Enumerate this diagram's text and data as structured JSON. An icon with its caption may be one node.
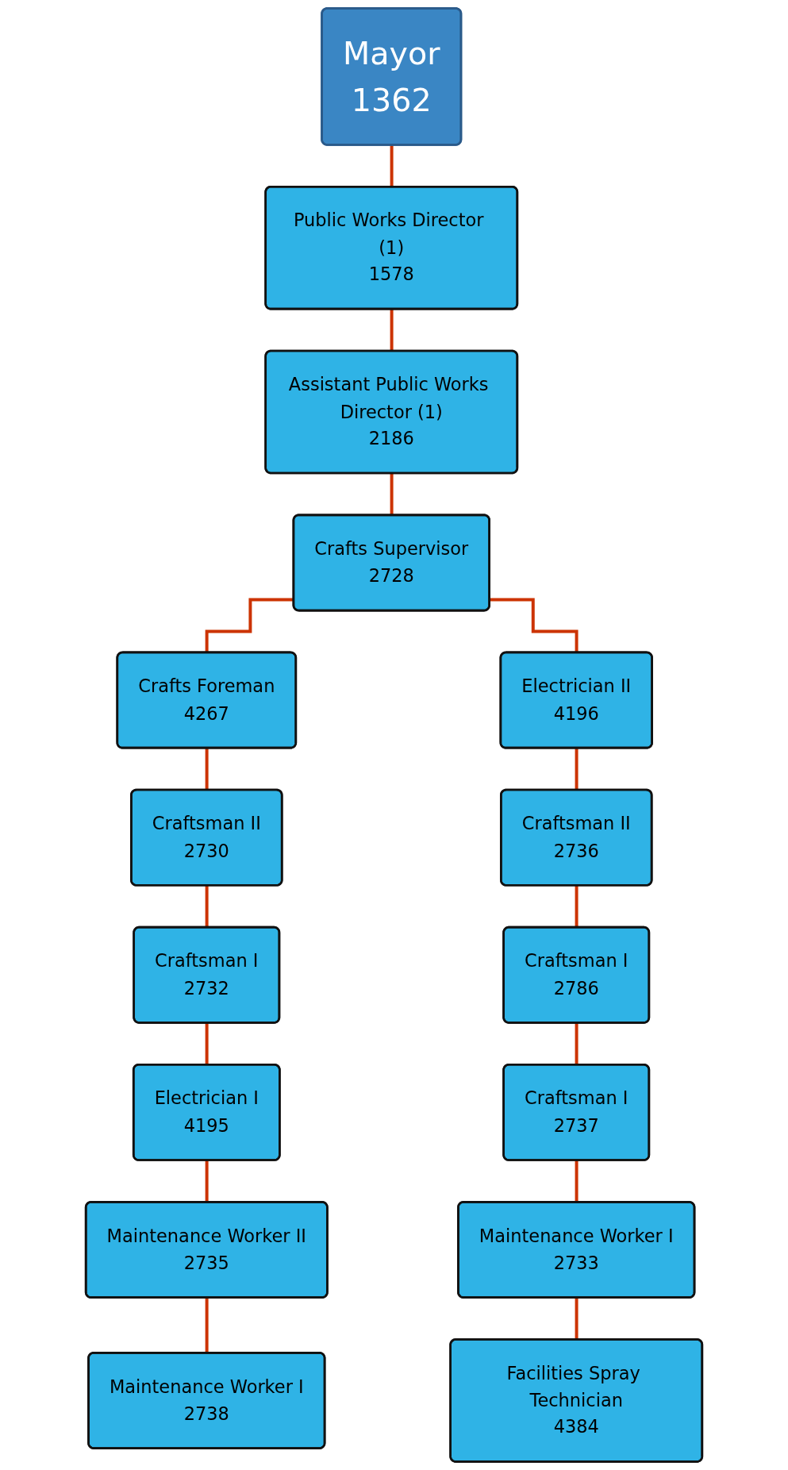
{
  "diagram": {
    "nodes": [
      {
        "text": [
          "Mayor",
          "1362"
        ]
      },
      {
        "text": [
          "Public Works Director (1)",
          "1578"
        ]
      },
      {
        "text": [
          "Assistant Public Works Director (1)",
          "2186"
        ]
      },
      {
        "text": [
          "Crafts Supervisor",
          "2728"
        ]
      },
      {
        "text": [
          "Crafts Foreman",
          "4267"
        ]
      },
      {
        "text": [
          "Craftsman II",
          "2730"
        ]
      },
      {
        "text": [
          "Craftsman I",
          "2732"
        ]
      },
      {
        "text": [
          "Electrician I",
          "4195"
        ]
      },
      {
        "text": [
          "Maintenance Worker II",
          "2735"
        ]
      },
      {
        "text": [
          "Maintenance Worker I",
          "2738"
        ]
      },
      {
        "text": [
          "Electrician II",
          "4196"
        ]
      },
      {
        "text": [
          "Craftsman II",
          "2736"
        ]
      },
      {
        "text": [
          "Craftsman I",
          "2786"
        ]
      },
      {
        "text": [
          "Craftsman I",
          "2737"
        ]
      },
      {
        "text": [
          "Maintenance Worker I",
          "2733"
        ]
      },
      {
        "text": [
          "Facilities Spray Technician",
          "4384"
        ]
      }
    ],
    "edges": [
      {
        "from": 0,
        "to": 1,
        "arrow": "none"
      },
      {
        "from": 1,
        "to": 2,
        "arrow": "none"
      },
      {
        "from": 2,
        "to": 3,
        "arrow": "none"
      },
      {
        "from": 3,
        "to": 4,
        "arrow": "none"
      },
      {
        "from": 3,
        "to": 10,
        "arrow": "none"
      },
      {
        "from": 4,
        "to": 5,
        "arrow": "none"
      },
      {
        "from": 5,
        "to": 6,
        "arrow": "none"
      },
      {
        "from": 6,
        "to": 7,
        "arrow": "none"
      },
      {
        "from": 7,
        "to": 8,
        "arrow": "none"
      },
      {
        "from": 8,
        "to": 9,
        "arrow": "none"
      },
      {
        "from": 10,
        "to": 11,
        "arrow": "none"
      },
      {
        "from": 11,
        "to": 12,
        "arrow": "none"
      },
      {
        "from": 12,
        "to": 13,
        "arrow": "none"
      },
      {
        "from": 13,
        "to": 14,
        "arrow": "none"
      },
      {
        "from": 14,
        "to": 15,
        "arrow": "none"
      }
    ]
  }
}
